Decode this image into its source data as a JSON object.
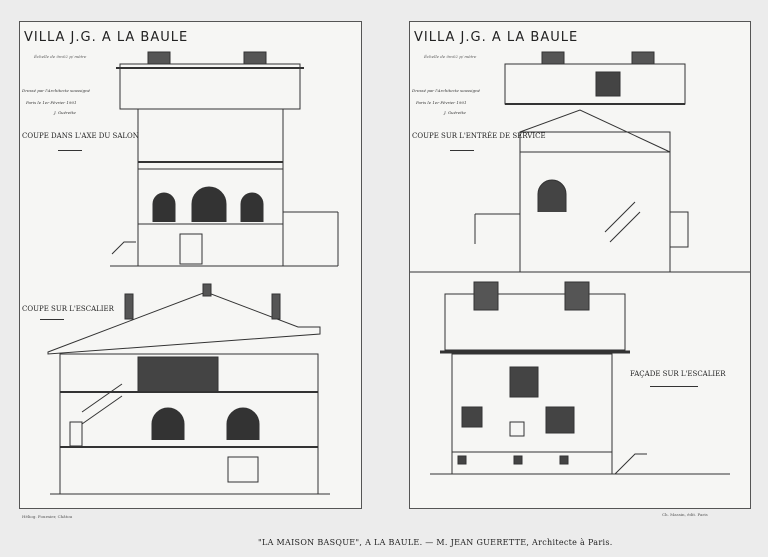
{
  "left_plate": {
    "title": "VILLA J.G. A LA BAULE",
    "scale": "Échelle de 0m02 p/ mètre",
    "notes": [
      "Dressé par l'Architecte soussigné",
      "Paris le 1er Février 1901",
      "J. Guérette"
    ],
    "section_1": "COUPE DANS L'AXE DU SALON",
    "section_2": "COUPE SUR L'ESCALIER",
    "footer_left": "Héliog. Fournier, Châtou"
  },
  "right_plate": {
    "title": "VILLA J.G. A LA BAULE",
    "scale": "Échelle de 0m02 p/ mètre",
    "notes": [
      "Dressé par l'Architecte soussigné",
      "Paris le 1er Février 1901",
      "J. Guérette"
    ],
    "section_1": "COUPE SUR L'ENTRÉE DE SERVICE",
    "section_2": "FAÇADE SUR L'ESCALIER",
    "footer_right": "Ch. Massin, édit. Paris"
  },
  "caption": "\"LA MAISON BASQUE\", A LA BAULE. — M. JEAN GUERETTE, Architecte à Paris."
}
